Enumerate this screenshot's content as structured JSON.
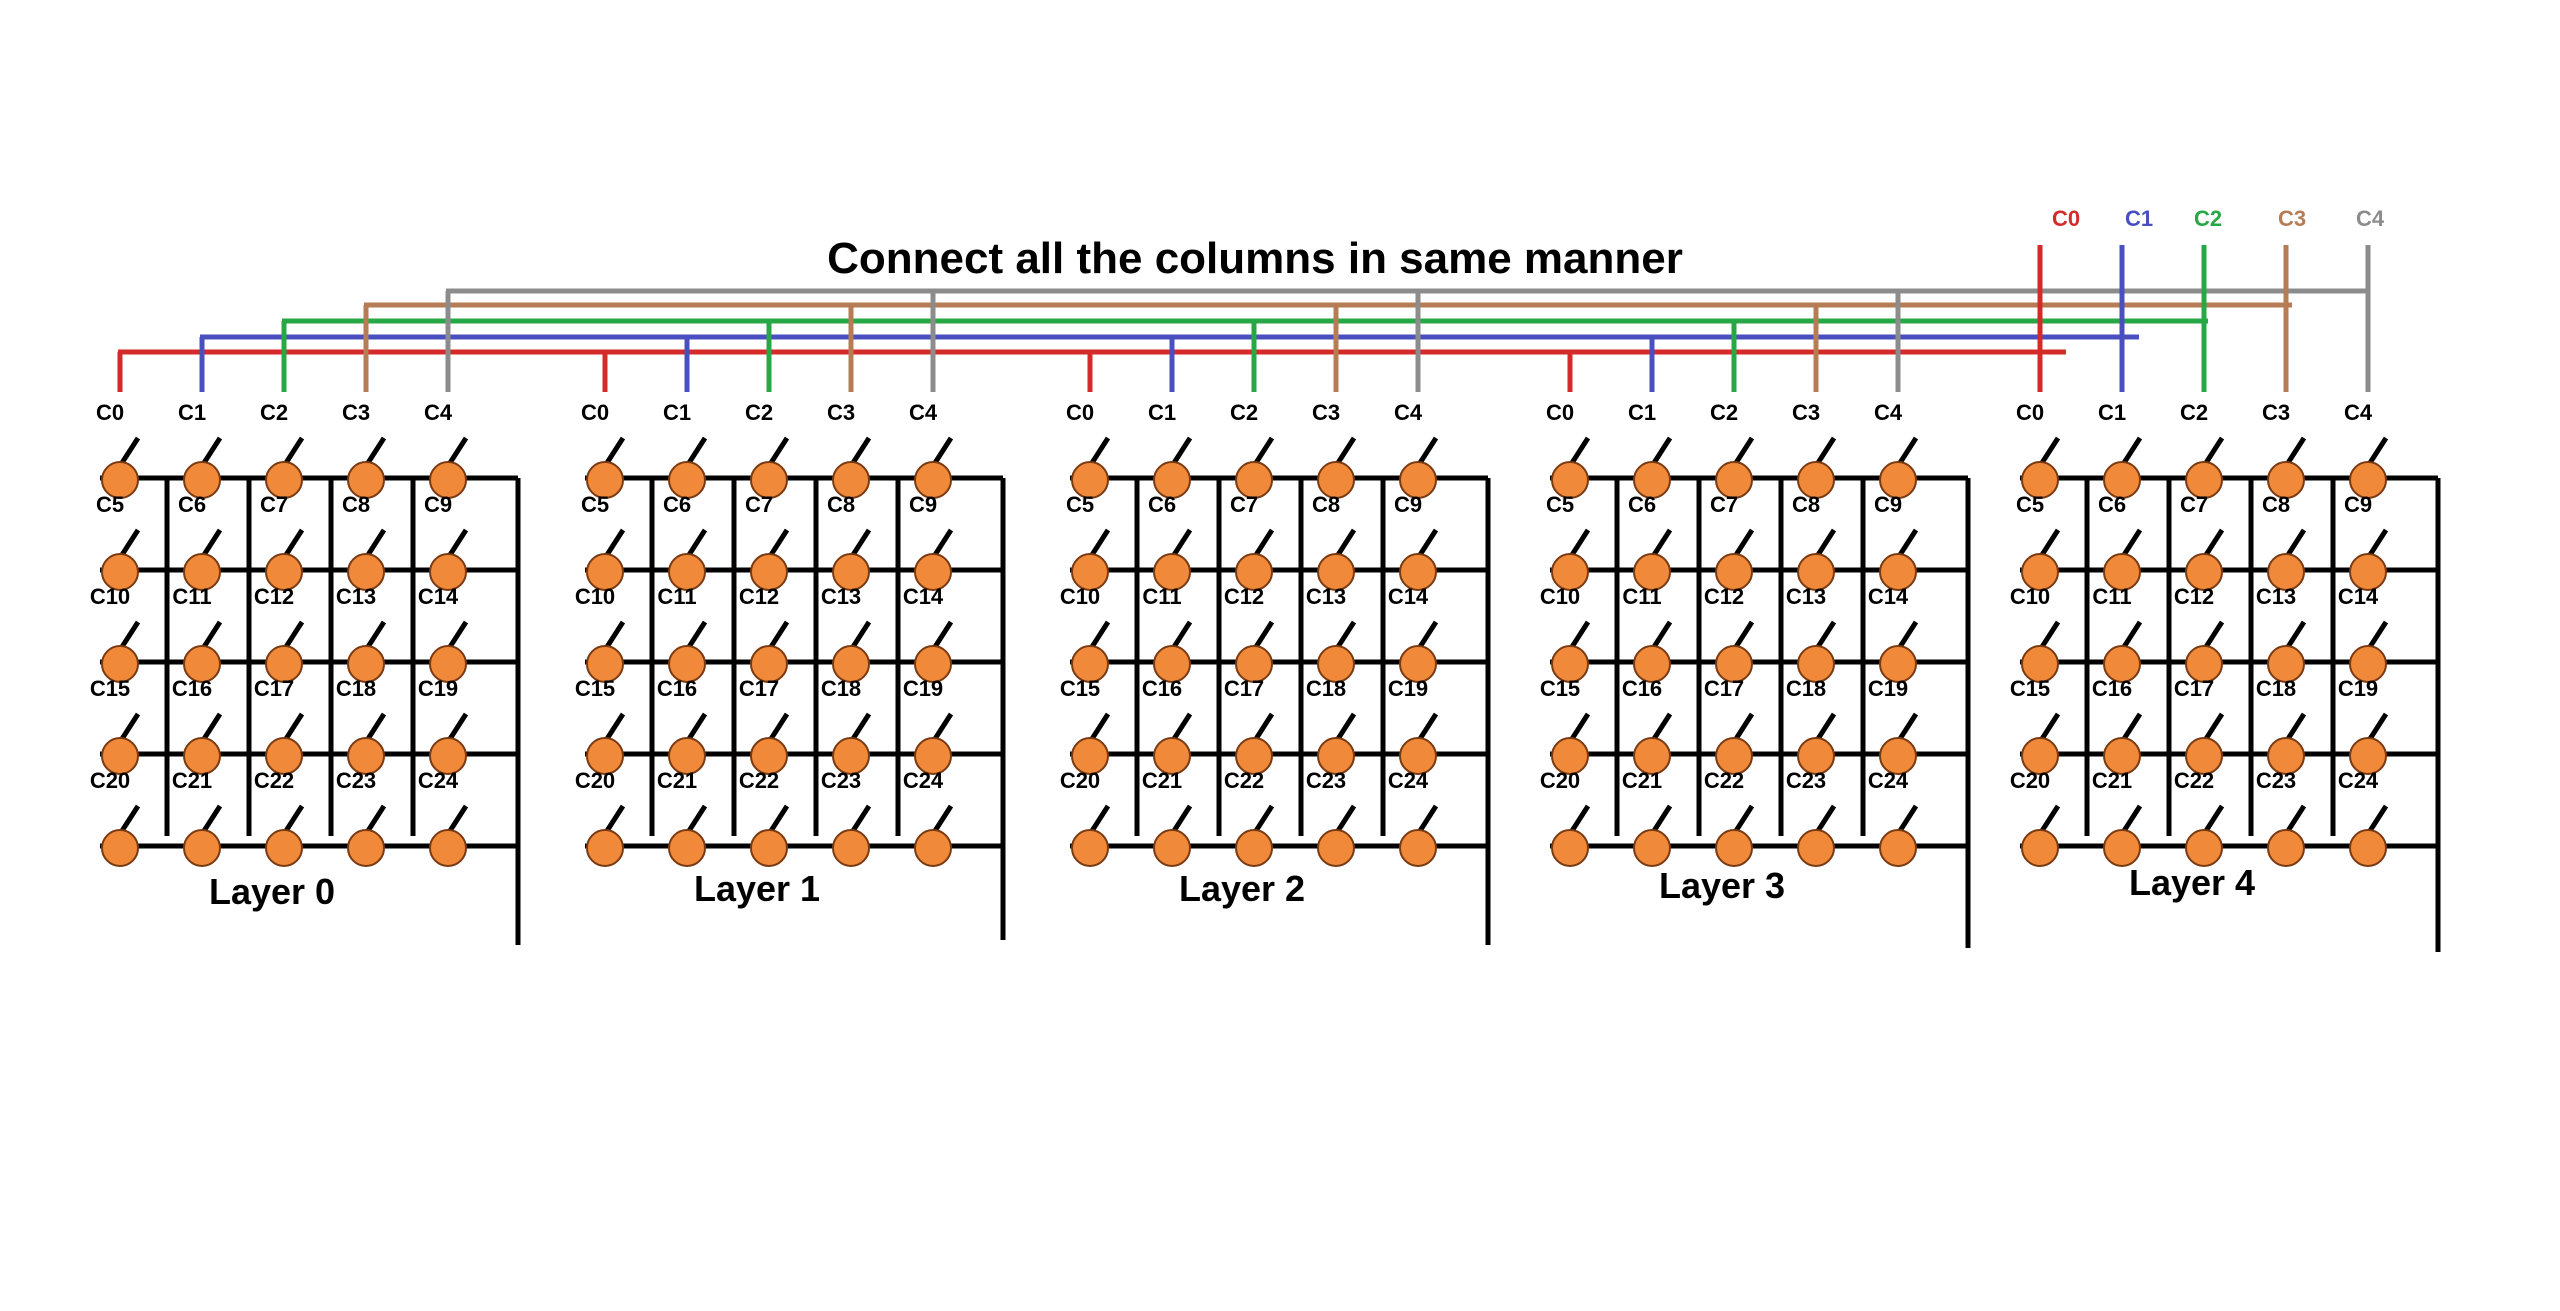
{
  "title": "Connect all the columns in same manner",
  "colors": {
    "c0": "#d42a2a",
    "c1": "#4a4fc0",
    "c2": "#27a844",
    "c3": "#b57c56",
    "c4": "#8c8c8c",
    "led_fill": "#f08a3a",
    "led_stroke": "#7a3a12",
    "grid": "#000000"
  },
  "legend": [
    "C0",
    "C1",
    "C2",
    "C3",
    "C4"
  ],
  "cells": [
    "C0",
    "C1",
    "C2",
    "C3",
    "C4",
    "C5",
    "C6",
    "C7",
    "C8",
    "C9",
    "C10",
    "C11",
    "C12",
    "C13",
    "C14",
    "C15",
    "C16",
    "C17",
    "C18",
    "C19",
    "C20",
    "C21",
    "C22",
    "C23",
    "C24"
  ],
  "layers": [
    {
      "name": "Layer 0"
    },
    {
      "name": "Layer 1"
    },
    {
      "name": "Layer 2"
    },
    {
      "name": "Layer 3"
    },
    {
      "name": "Layer 4"
    }
  ]
}
